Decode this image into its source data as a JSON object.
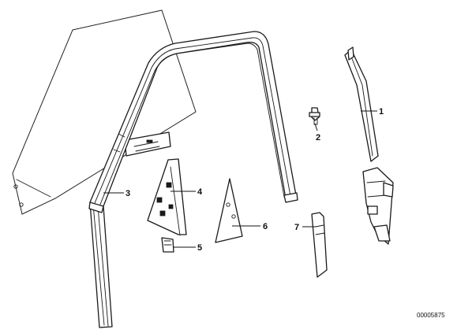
{
  "callouts": {
    "c1": "1",
    "c2": "2",
    "c3": "3",
    "c4": "4",
    "c5": "5",
    "c6": "6",
    "c7": "7"
  },
  "catalog_number": "00005875",
  "icons": {
    "glass": "window-glass-icon",
    "frame": "door-frame-seal-icon",
    "regulator": "window-regulator-icon"
  },
  "colors": {
    "ink": "#1a1a1a",
    "background": "#ffffff"
  }
}
